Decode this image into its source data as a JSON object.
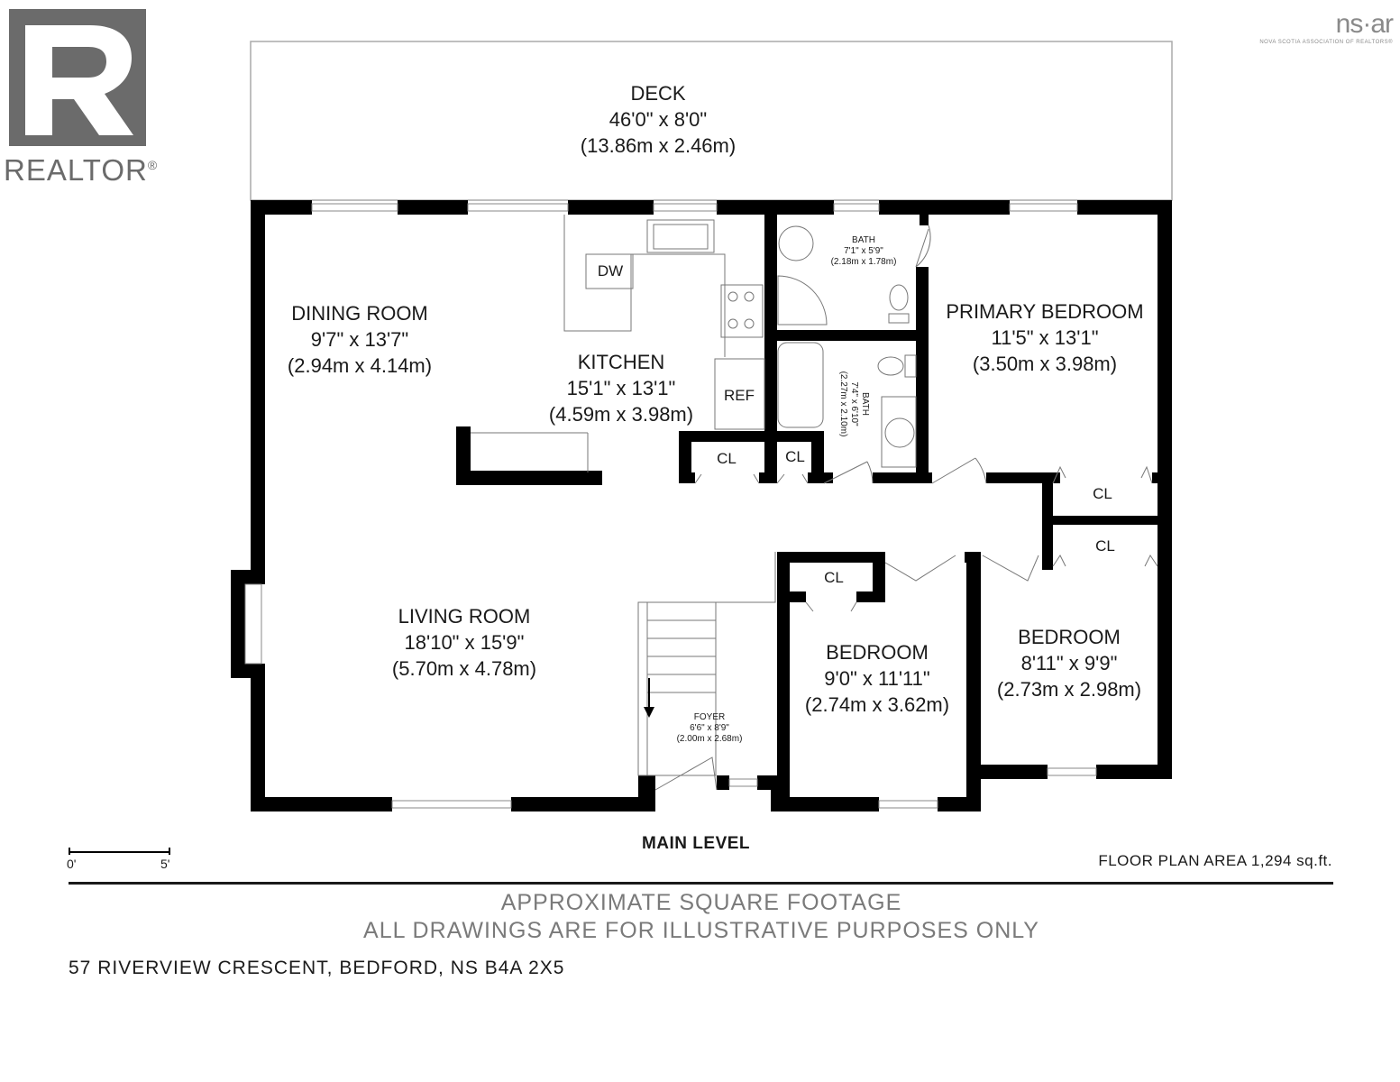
{
  "branding": {
    "realtor_text": "REALTOR",
    "realtor_mark": "®",
    "nsar_text": "ns·ar",
    "nsar_subtext": "NOVA SCOTIA ASSOCIATION OF REALTORS®"
  },
  "rooms": {
    "deck": {
      "name": "DECK",
      "imperial": "46'0\" x 8'0\"",
      "metric": "(13.86m x 2.46m)"
    },
    "dining": {
      "name": "DINING ROOM",
      "imperial": "9'7\" x 13'7\"",
      "metric": "(2.94m x 4.14m)"
    },
    "kitchen": {
      "name": "KITCHEN",
      "imperial": "15'1\" x 13'1\"",
      "metric": "(4.59m x 3.98m)"
    },
    "bath1": {
      "name": "BATH",
      "imperial": "7'1\" x 5'9\"",
      "metric": "(2.18m x 1.78m)"
    },
    "bath2": {
      "name": "BATH",
      "imperial": "7'4\" x 6'10\"",
      "metric": "(2.27m x 2.10m)"
    },
    "primary": {
      "name": "PRIMARY BEDROOM",
      "imperial": "11'5\" x 13'1\"",
      "metric": "(3.50m x 3.98m)"
    },
    "living": {
      "name": "LIVING ROOM",
      "imperial": "18'10\" x 15'9\"",
      "metric": "(5.70m x 4.78m)"
    },
    "foyer": {
      "name": "FOYER",
      "imperial": "6'6\" x 8'9\"",
      "metric": "(2.00m x 2.68m)"
    },
    "bedroom2": {
      "name": "BEDROOM",
      "imperial": "9'0\" x 11'11\"",
      "metric": "(2.74m x 3.62m)"
    },
    "bedroom3": {
      "name": "BEDROOM",
      "imperial": "8'11\" x 9'9\"",
      "metric": "(2.73m x 2.98m)"
    }
  },
  "fixtures": {
    "dw": "DW",
    "ref": "REF",
    "closet": "CL"
  },
  "level_title": "MAIN LEVEL",
  "scale": {
    "start": "0'",
    "end": "5'"
  },
  "floor_area": "FLOOR PLAN AREA 1,294 sq.ft.",
  "disclaimer": {
    "line1": "APPROXIMATE SQUARE FOOTAGE",
    "line2": "ALL DRAWINGS ARE FOR ILLUSTRATIVE PURPOSES ONLY"
  },
  "address": "57 RIVERVIEW CRESCENT, BEDFORD, NS B4A 2X5"
}
